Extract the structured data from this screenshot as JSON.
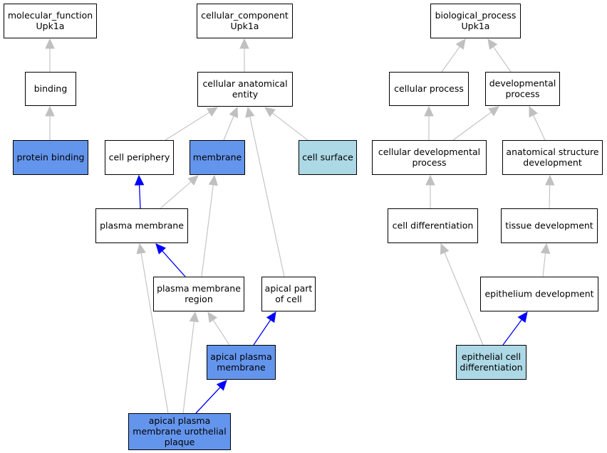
{
  "colors": {
    "background": "#ffffff",
    "node_default": "#ffffff",
    "node_annotated": "#6495ed",
    "node_highlight": "#add8e6",
    "edge_default": "#c0c0c0",
    "edge_direct": "#0000ff",
    "node_border": "#000000"
  },
  "nodes": [
    {
      "id": "mf",
      "lines": [
        "molecular_function",
        "Upk1a"
      ],
      "fill": "node_default"
    },
    {
      "id": "binding",
      "lines": [
        "binding"
      ],
      "fill": "node_default"
    },
    {
      "id": "protein_binding",
      "lines": [
        "protein binding"
      ],
      "fill": "node_annotated"
    },
    {
      "id": "cc",
      "lines": [
        "cellular_component",
        "Upk1a"
      ],
      "fill": "node_default"
    },
    {
      "id": "cae",
      "lines": [
        "cellular anatomical",
        "entity"
      ],
      "fill": "node_default"
    },
    {
      "id": "cell_periphery",
      "lines": [
        "cell periphery"
      ],
      "fill": "node_default"
    },
    {
      "id": "membrane",
      "lines": [
        "membrane"
      ],
      "fill": "node_annotated"
    },
    {
      "id": "cell_surface",
      "lines": [
        "cell surface"
      ],
      "fill": "node_highlight"
    },
    {
      "id": "plasma_membrane",
      "lines": [
        "plasma membrane"
      ],
      "fill": "node_default"
    },
    {
      "id": "pm_region",
      "lines": [
        "plasma membrane",
        "region"
      ],
      "fill": "node_default"
    },
    {
      "id": "apical_part",
      "lines": [
        "apical part",
        "of cell"
      ],
      "fill": "node_default"
    },
    {
      "id": "apical_pm",
      "lines": [
        "apical plasma",
        "membrane"
      ],
      "fill": "node_annotated"
    },
    {
      "id": "plaque",
      "lines": [
        "apical plasma",
        "membrane urothelial",
        "plaque"
      ],
      "fill": "node_annotated"
    },
    {
      "id": "bp",
      "lines": [
        "biological_process",
        "Upk1a"
      ],
      "fill": "node_default"
    },
    {
      "id": "cellular_process",
      "lines": [
        "cellular process"
      ],
      "fill": "node_default"
    },
    {
      "id": "dev_process",
      "lines": [
        "developmental",
        "process"
      ],
      "fill": "node_default"
    },
    {
      "id": "cell_dev_process",
      "lines": [
        "cellular developmental",
        "process"
      ],
      "fill": "node_default"
    },
    {
      "id": "anat_struct_dev",
      "lines": [
        "anatomical structure",
        "development"
      ],
      "fill": "node_default"
    },
    {
      "id": "cell_diff",
      "lines": [
        "cell differentiation"
      ],
      "fill": "node_default"
    },
    {
      "id": "tissue_dev",
      "lines": [
        "tissue development"
      ],
      "fill": "node_default"
    },
    {
      "id": "epith_dev",
      "lines": [
        "epithelium development"
      ],
      "fill": "node_default"
    },
    {
      "id": "epith_cell_diff",
      "lines": [
        "epithelial cell",
        "differentiation"
      ],
      "fill": "node_highlight"
    }
  ],
  "edges": [
    {
      "from": "binding",
      "to": "mf",
      "kind": "edge_default"
    },
    {
      "from": "protein_binding",
      "to": "binding",
      "kind": "edge_default"
    },
    {
      "from": "cae",
      "to": "cc",
      "kind": "edge_default"
    },
    {
      "from": "cell_periphery",
      "to": "cae",
      "kind": "edge_default"
    },
    {
      "from": "membrane",
      "to": "cae",
      "kind": "edge_default"
    },
    {
      "from": "cell_surface",
      "to": "cae",
      "kind": "edge_default"
    },
    {
      "from": "apical_part",
      "to": "cae",
      "kind": "edge_default"
    },
    {
      "from": "plasma_membrane",
      "to": "cell_periphery",
      "kind": "edge_direct"
    },
    {
      "from": "plasma_membrane",
      "to": "membrane",
      "kind": "edge_default"
    },
    {
      "from": "pm_region",
      "to": "membrane",
      "kind": "edge_default"
    },
    {
      "from": "pm_region",
      "to": "plasma_membrane",
      "kind": "edge_direct"
    },
    {
      "from": "plaque",
      "to": "plasma_membrane",
      "kind": "edge_default"
    },
    {
      "from": "apical_pm",
      "to": "pm_region",
      "kind": "edge_default"
    },
    {
      "from": "plaque",
      "to": "pm_region",
      "kind": "edge_default"
    },
    {
      "from": "apical_pm",
      "to": "apical_part",
      "kind": "edge_direct"
    },
    {
      "from": "plaque",
      "to": "apical_pm",
      "kind": "edge_direct"
    },
    {
      "from": "cellular_process",
      "to": "bp",
      "kind": "edge_default"
    },
    {
      "from": "dev_process",
      "to": "bp",
      "kind": "edge_default"
    },
    {
      "from": "cell_dev_process",
      "to": "cellular_process",
      "kind": "edge_default"
    },
    {
      "from": "cell_dev_process",
      "to": "dev_process",
      "kind": "edge_default"
    },
    {
      "from": "anat_struct_dev",
      "to": "dev_process",
      "kind": "edge_default"
    },
    {
      "from": "cell_diff",
      "to": "cell_dev_process",
      "kind": "edge_default"
    },
    {
      "from": "tissue_dev",
      "to": "anat_struct_dev",
      "kind": "edge_default"
    },
    {
      "from": "epith_dev",
      "to": "tissue_dev",
      "kind": "edge_default"
    },
    {
      "from": "epith_cell_diff",
      "to": "cell_diff",
      "kind": "edge_default"
    },
    {
      "from": "epith_cell_diff",
      "to": "epith_dev",
      "kind": "edge_direct"
    }
  ]
}
